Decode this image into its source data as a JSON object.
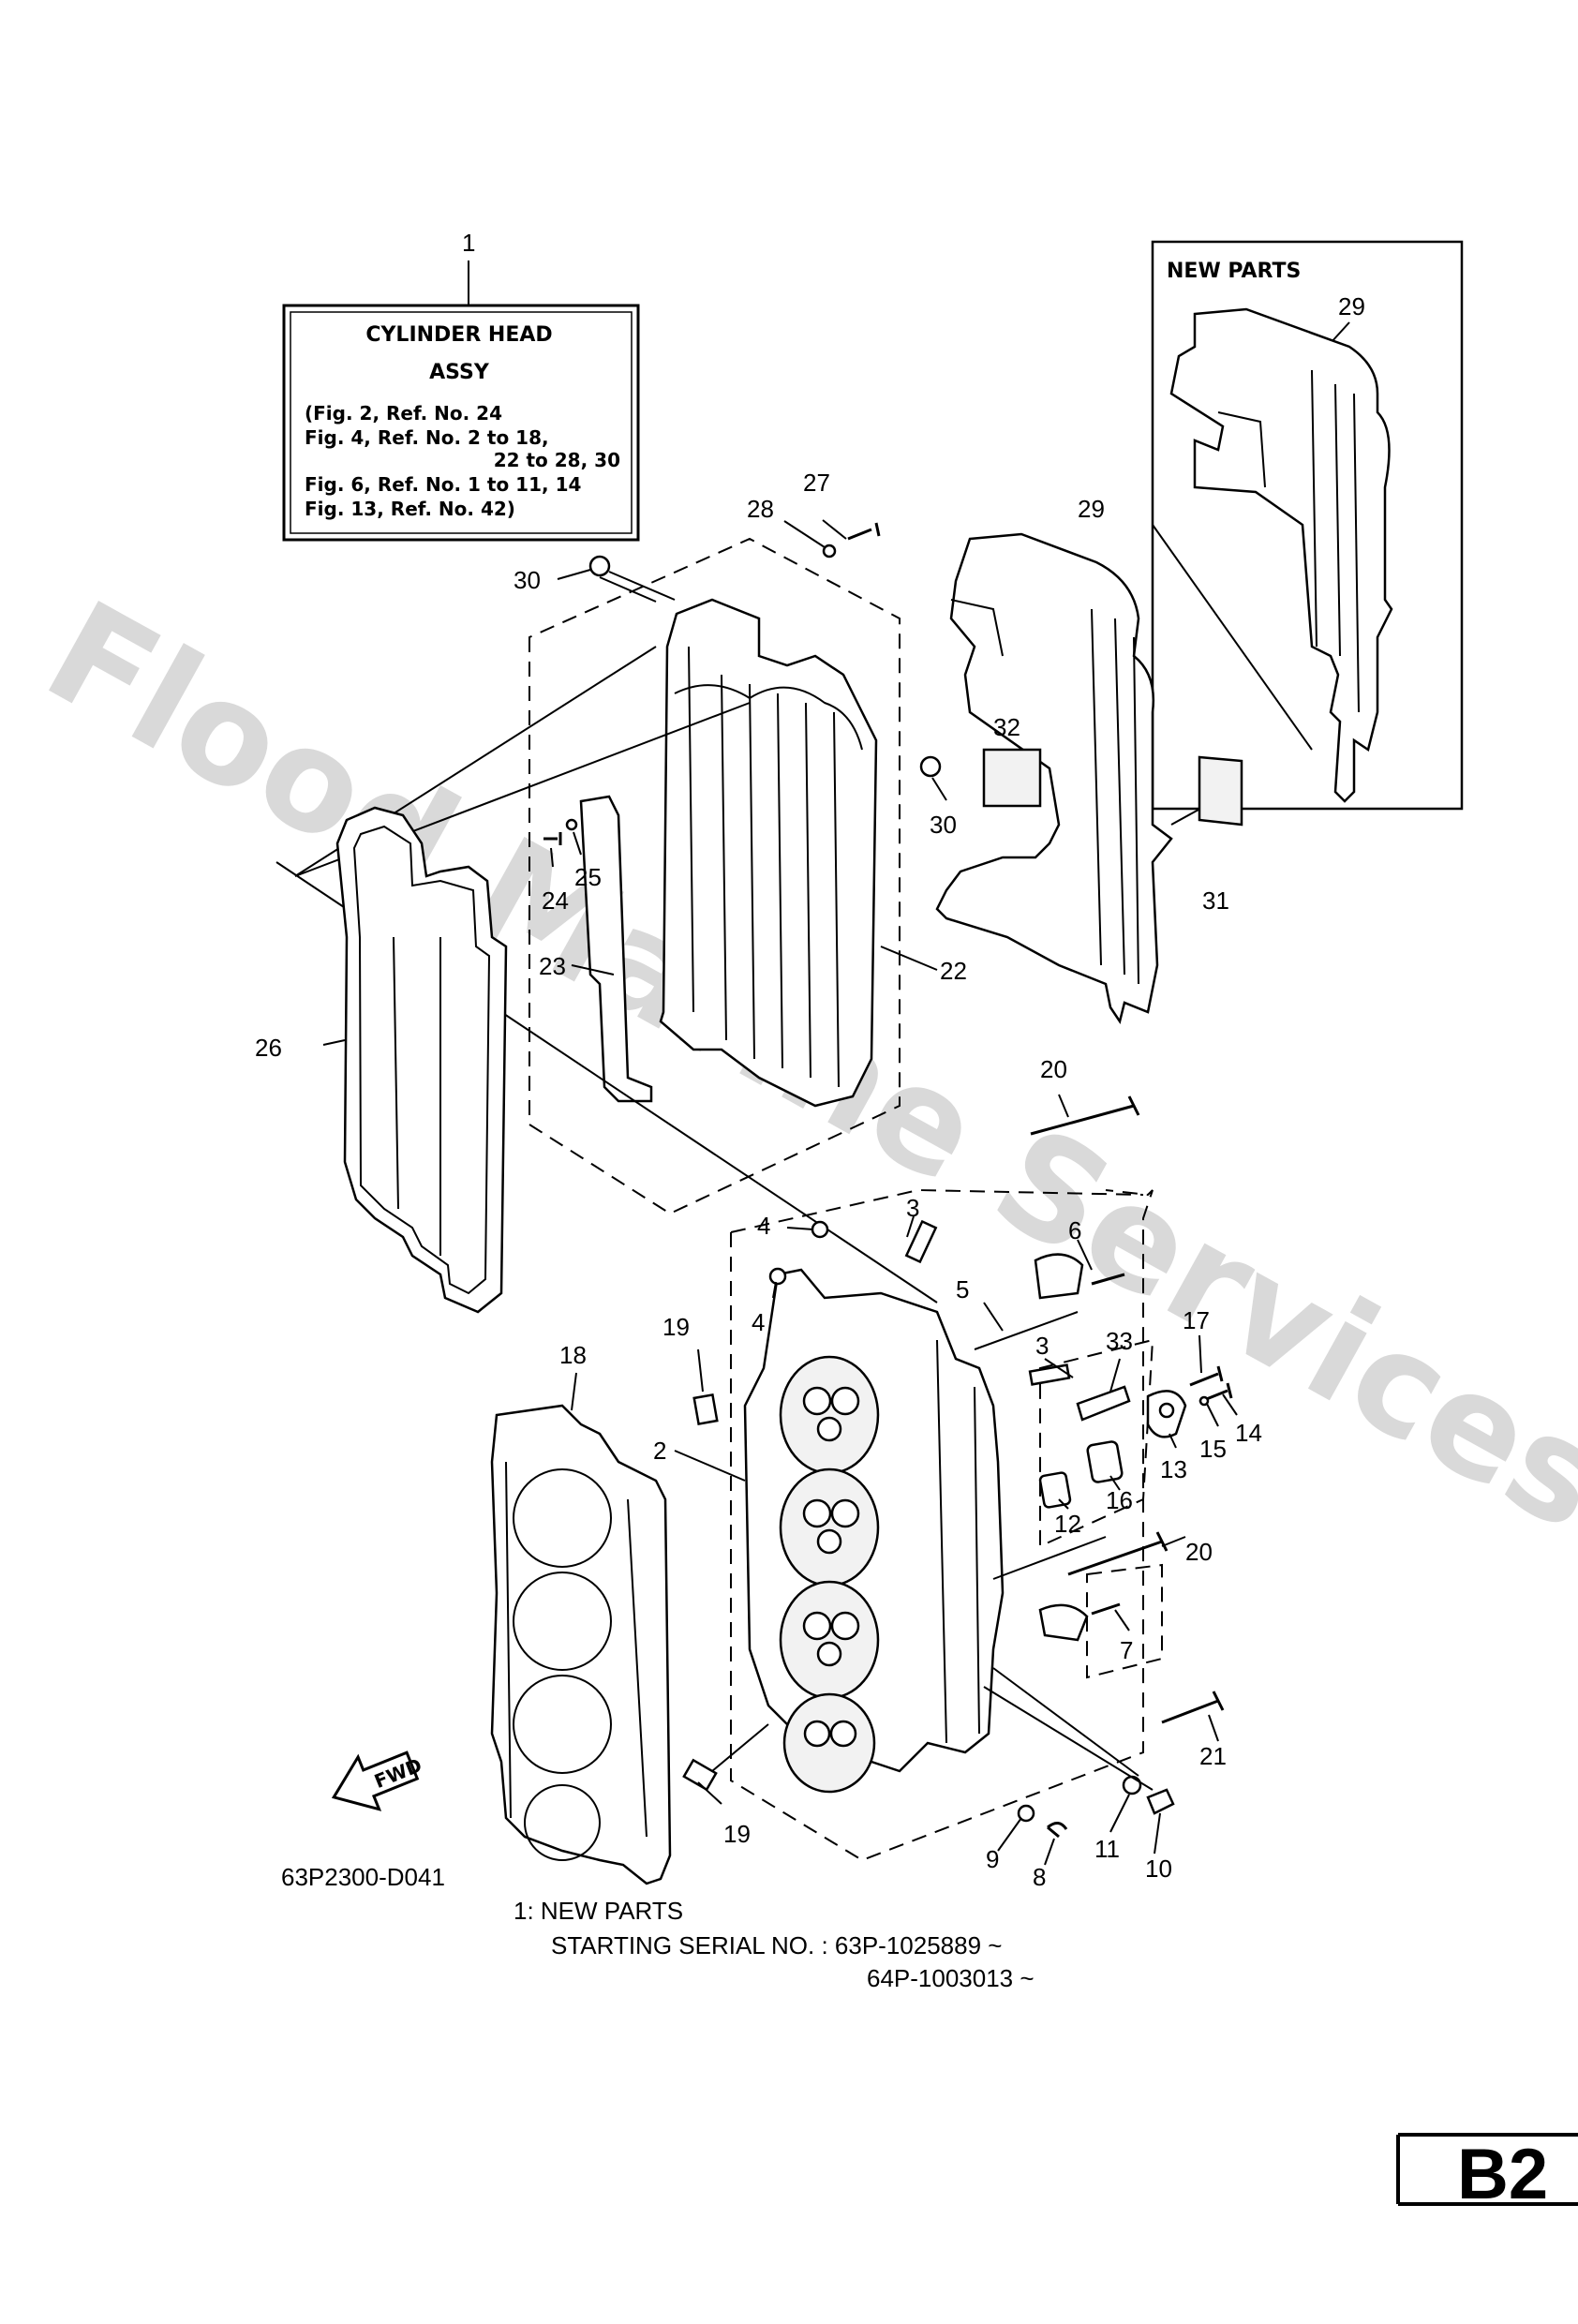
{
  "watermark": "Flood Marine Services",
  "figure_code": "63P2300-D041",
  "page_tag": "B2",
  "fwd_label": "FWD",
  "assy_box": {
    "ref": "1",
    "title": "CYLINDER  HEAD",
    "subtitle": "ASSY",
    "lines": [
      "(Fig. 2, Ref. No. 24",
      " Fig. 4, Ref. No. 2 to 18,",
      "22 to 28, 30",
      " Fig. 6, Ref. No. 1 to 11, 14",
      " Fig. 13, Ref. No. 42)"
    ]
  },
  "new_parts_box": {
    "title": "NEW PARTS",
    "ref": "29"
  },
  "notes": {
    "line1": "1:   NEW PARTS",
    "line2": "STARTING SERIAL NO. : 63P-1025889 ~",
    "line3": "64P-1003013 ~"
  },
  "callouts": {
    "c27": "27",
    "c28": "28",
    "c29": "29",
    "c30a": "30",
    "c30b": "30",
    "c32": "32",
    "c31": "31",
    "c24": "24",
    "c25": "25",
    "c23": "23",
    "c22": "22",
    "c26": "26",
    "c20a": "20",
    "c20b": "20",
    "c3a": "3",
    "c3b": "3",
    "c4a": "4",
    "c4b": "4",
    "c6": "6",
    "c5": "5",
    "c19a": "19",
    "c19b": "19",
    "c18": "18",
    "c2": "2",
    "c33": "33",
    "c17": "17",
    "c14": "14",
    "c15": "15",
    "c13": "13",
    "c16": "16",
    "c12": "12",
    "c7": "7",
    "c21": "21",
    "c9": "9",
    "c8": "8",
    "c11": "11",
    "c10": "10"
  }
}
